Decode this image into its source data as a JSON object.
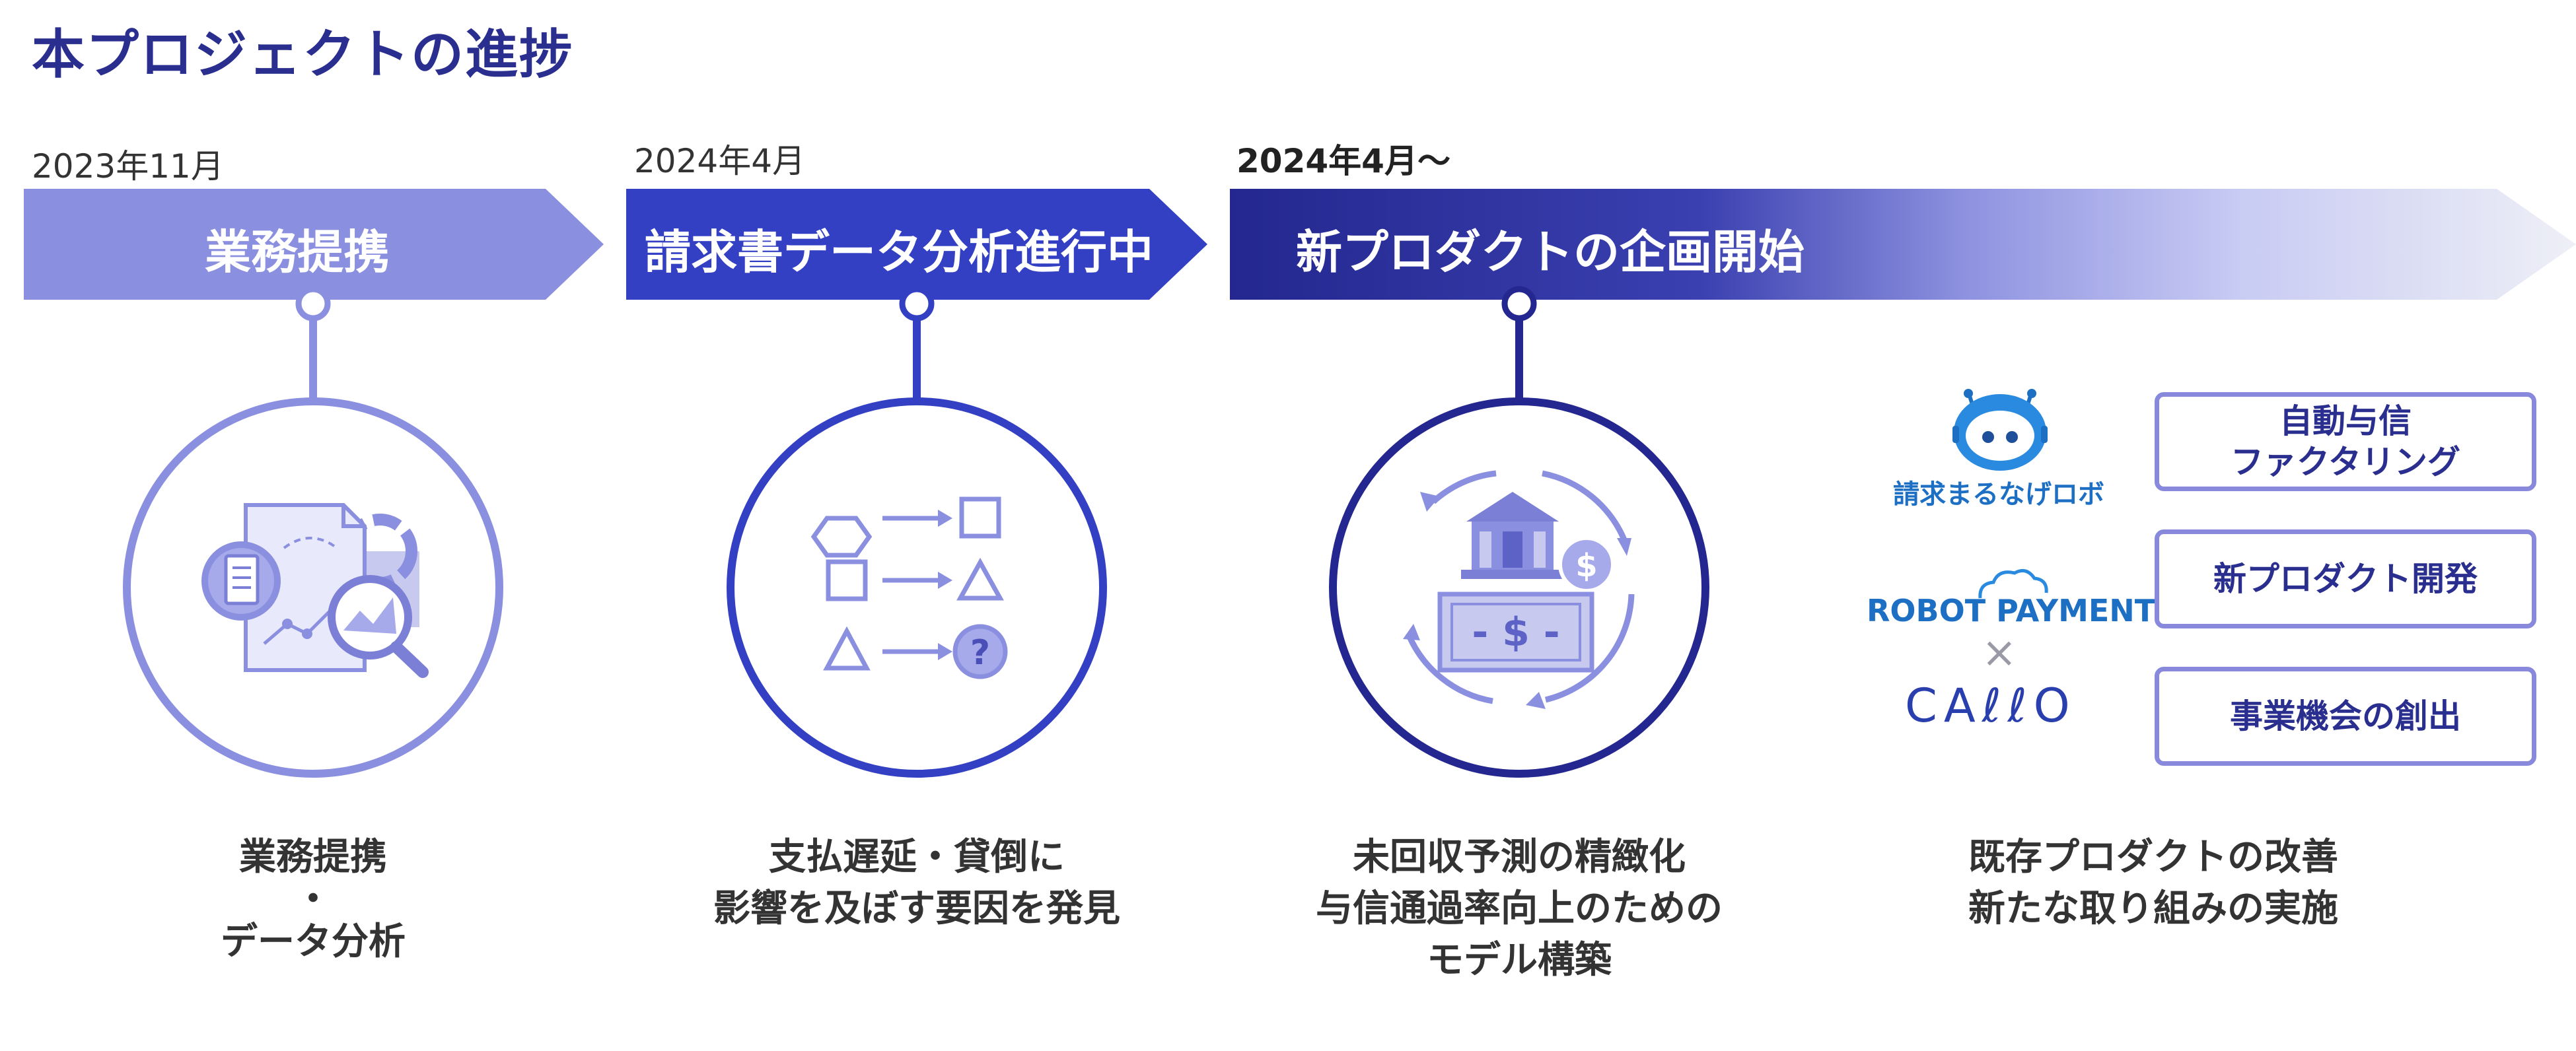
{
  "title": "本プロジェクトの進捗",
  "stages": [
    {
      "date": "2023年11月",
      "label": "業務提携",
      "caption": [
        "業務提携",
        "・",
        "データ分析"
      ]
    },
    {
      "date": "2024年4月",
      "label": "請求書データ分析進行中",
      "caption": [
        "支払遅延・貸倒に",
        "影響を及ぼす要因を発見"
      ]
    },
    {
      "date": "2024年4月～",
      "label": "新プロダクトの企画開始",
      "caption": [
        "未回収予測の精緻化",
        "与信通過率向上のための",
        "モデル構築"
      ]
    }
  ],
  "partners": {
    "robot_name": "請求まるなげロボ",
    "robot_payment": "ROBOT PAYMENT",
    "times": "×",
    "caflo": "CAℓℓO"
  },
  "tags": [
    [
      "自動与信",
      "ファクタリング"
    ],
    [
      "新プロダクト開発"
    ],
    [
      "事業機会の創出"
    ]
  ],
  "final_caption": [
    "既存プロダクトの改善",
    "新たな取り組みの実施"
  ],
  "colors": {
    "stage1": "#8a8fe0",
    "stage2": "#3340c4",
    "stage3": "#23278f",
    "title": "#2a2f8f",
    "accent_light": "#8888dd"
  }
}
